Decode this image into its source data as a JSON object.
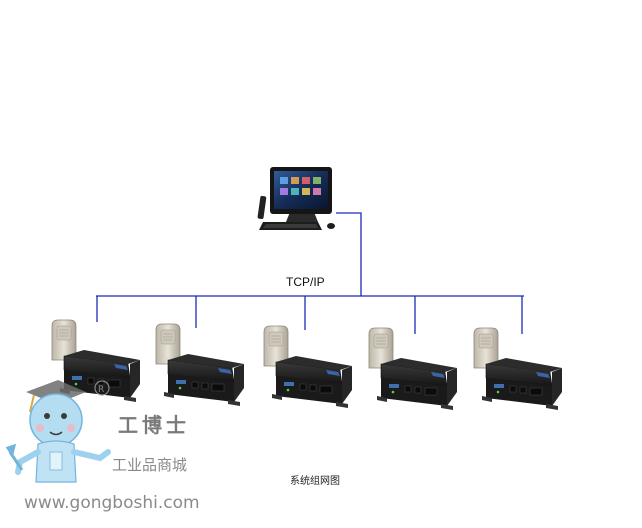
{
  "diagram": {
    "network_label": "TCP/IP",
    "caption": "系统组网图",
    "device_count": 5
  },
  "watermark": {
    "brand": "工博士",
    "subtitle": "工业品商城",
    "url": "www.gongboshi.com"
  },
  "colors": {
    "bus_line": "#1c2bb8",
    "device_body": "#1e1e1e",
    "sensor_body": "#d8d2c6",
    "mascot": "#8ec9ea"
  },
  "icons": {
    "computer": "all-in-one-pc-icon",
    "device": "io-controller-icon",
    "sensor": "sensor-icon",
    "mascot": "mascot-icon"
  }
}
